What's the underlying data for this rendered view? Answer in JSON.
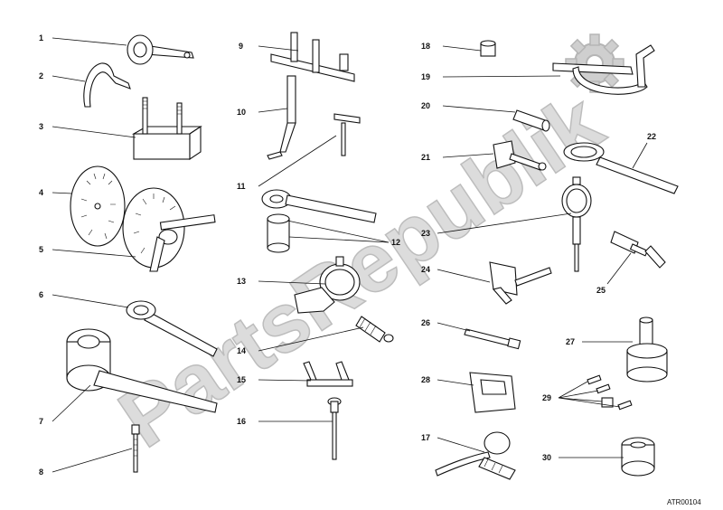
{
  "watermark": {
    "text": "PartsRepublik"
  },
  "drawing_code": "ATR00104",
  "colors": {
    "line": "#111111",
    "watermark_fill": "#dcdcdc",
    "watermark_stroke": "#bdbdbd",
    "gear": "#cfcfcf"
  },
  "icons": [
    "gear-icon"
  ],
  "callouts": [
    "1",
    "2",
    "3",
    "4",
    "5",
    "6",
    "7",
    "8",
    "9",
    "10",
    "11",
    "12",
    "13",
    "14",
    "15",
    "16",
    "17",
    "18",
    "19",
    "20",
    "21",
    "22",
    "23",
    "24",
    "25",
    "26",
    "27",
    "28",
    "29",
    "30"
  ]
}
